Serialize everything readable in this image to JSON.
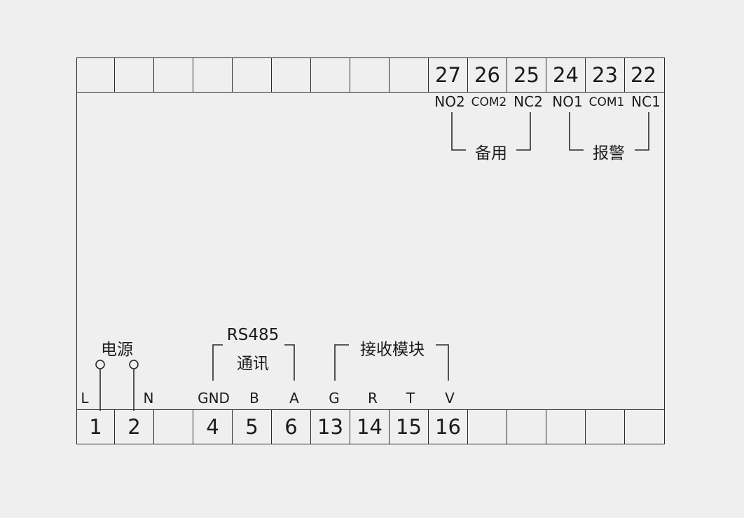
{
  "top_terminals": [
    "",
    "",
    "",
    "",
    "",
    "",
    "",
    "",
    "",
    "27",
    "26",
    "25",
    "24",
    "23",
    "22"
  ],
  "bottom_terminals": [
    "1",
    "2",
    "",
    "4",
    "5",
    "6",
    "13",
    "14",
    "15",
    "16",
    "",
    "",
    "",
    "",
    ""
  ],
  "top_signals": {
    "no2": "NO2",
    "com2": "COM2",
    "nc2": "NC2",
    "no1": "NO1",
    "com1": "COM1",
    "nc1": "NC1"
  },
  "top_groups": {
    "spare": "备用",
    "alarm": "报警"
  },
  "bottom_signals": {
    "l": "L",
    "n": "N",
    "gnd": "GND",
    "b": "B",
    "a": "A",
    "g": "G",
    "r": "R",
    "t": "T",
    "v": "V"
  },
  "bottom_groups": {
    "power": "电源",
    "rs485_line1": "RS485",
    "rs485_line2": "通讯",
    "receiver": "接收模块"
  }
}
